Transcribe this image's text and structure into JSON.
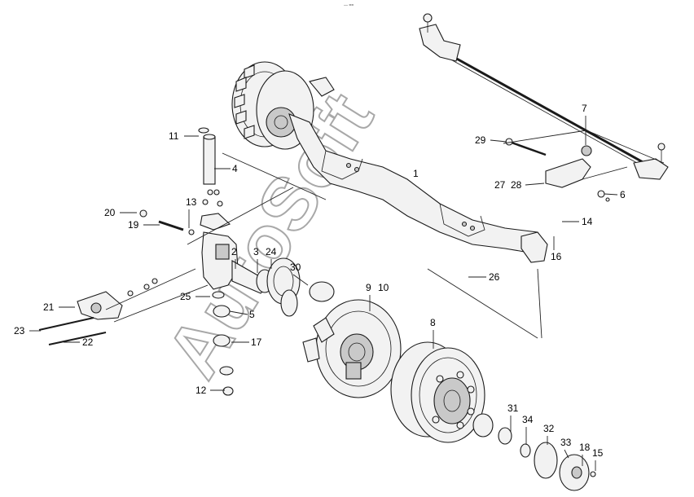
{
  "top_caption": "— ==",
  "watermark": "AutoSoft",
  "colors": {
    "line": "#1a1a1a",
    "fill": "#f2f2f2",
    "shade": "#c9c9c9",
    "watermark_outline": "#9a9a9a"
  },
  "callouts": [
    {
      "id": "c1",
      "text": "1"
    },
    {
      "id": "c2",
      "text": "2"
    },
    {
      "id": "c3",
      "text": "3"
    },
    {
      "id": "c4",
      "text": "4"
    },
    {
      "id": "c5",
      "text": "5"
    },
    {
      "id": "c6",
      "text": "6"
    },
    {
      "id": "c7",
      "text": "7"
    },
    {
      "id": "c8",
      "text": "8"
    },
    {
      "id": "c9",
      "text": "9"
    },
    {
      "id": "c10",
      "text": "10"
    },
    {
      "id": "c11",
      "text": "11"
    },
    {
      "id": "c12",
      "text": "12"
    },
    {
      "id": "c13",
      "text": "13"
    },
    {
      "id": "c14",
      "text": "14"
    },
    {
      "id": "c15",
      "text": "15"
    },
    {
      "id": "c16",
      "text": "16"
    },
    {
      "id": "c17",
      "text": "17"
    },
    {
      "id": "c18",
      "text": "18"
    },
    {
      "id": "c19",
      "text": "19"
    },
    {
      "id": "c20",
      "text": "20"
    },
    {
      "id": "c21",
      "text": "21"
    },
    {
      "id": "c22",
      "text": "22"
    },
    {
      "id": "c23",
      "text": "23"
    },
    {
      "id": "c24",
      "text": "24"
    },
    {
      "id": "c25",
      "text": "25"
    },
    {
      "id": "c26",
      "text": "26"
    },
    {
      "id": "c27",
      "text": "27"
    },
    {
      "id": "c28",
      "text": "28"
    },
    {
      "id": "c29",
      "text": "29"
    },
    {
      "id": "c30",
      "text": "30"
    },
    {
      "id": "c31",
      "text": "31"
    },
    {
      "id": "c32",
      "text": "32"
    },
    {
      "id": "c33",
      "text": "33"
    },
    {
      "id": "c34",
      "text": "34"
    }
  ]
}
